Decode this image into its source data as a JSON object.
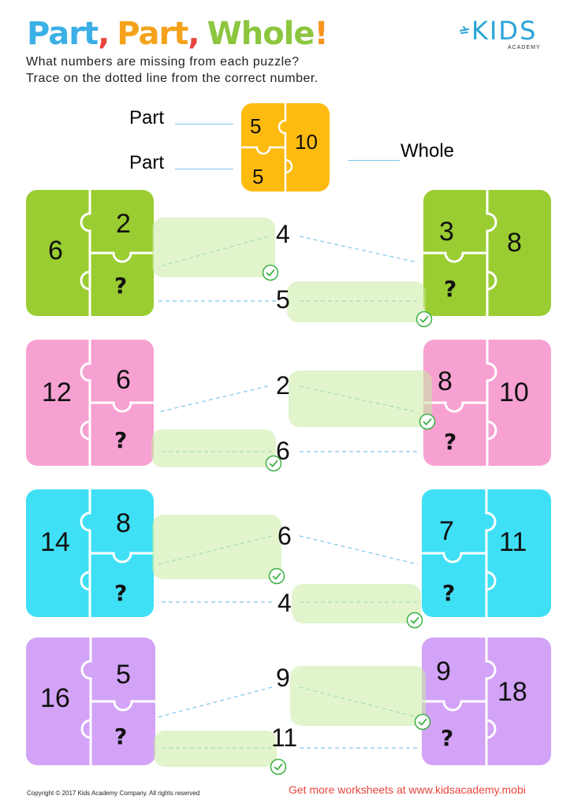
{
  "title": {
    "word1": "Part",
    "comma1": ",",
    "word2": "Part",
    "comma2": ",",
    "word3": "Whole",
    "bang": "!"
  },
  "logo": {
    "text": "KIDS",
    "subtext": "ACADEMY"
  },
  "instructions": [
    "What numbers are missing from each puzzle?",
    "Trace on the dotted line from the correct number."
  ],
  "example": {
    "part_label_1": "Part",
    "part_label_2": "Part",
    "whole_label": "Whole",
    "part1": "5",
    "part2": "5",
    "whole": "10",
    "color": "#fdbb10"
  },
  "rows": [
    {
      "color": "#9acd32",
      "left": {
        "whole": "6",
        "part": "2",
        "missing": "?"
      },
      "right": {
        "part": "3",
        "whole": "8",
        "missing": "?"
      },
      "options": [
        "4",
        "5"
      ]
    },
    {
      "color": "#f7a1d2",
      "left": {
        "whole": "12",
        "part": "6",
        "missing": "?"
      },
      "right": {
        "part": "8",
        "whole": "10",
        "missing": "?"
      },
      "options": [
        "2",
        "6"
      ]
    },
    {
      "color": "#3fe0f5",
      "left": {
        "whole": "14",
        "part": "8",
        "missing": "?"
      },
      "right": {
        "part": "7",
        "whole": "11",
        "missing": "?"
      },
      "options": [
        "6",
        "4"
      ]
    },
    {
      "color": "#d3a3f7",
      "left": {
        "whole": "16",
        "part": "5",
        "missing": "?"
      },
      "right": {
        "part": "9",
        "whole": "18",
        "missing": "?"
      },
      "options": [
        "9",
        "11"
      ]
    }
  ],
  "footer": {
    "copyright": "Copyright © 2017 Kids Academy Company. All rights reserved",
    "link": "Get more worksheets at www.kidsacademy.mobi"
  }
}
